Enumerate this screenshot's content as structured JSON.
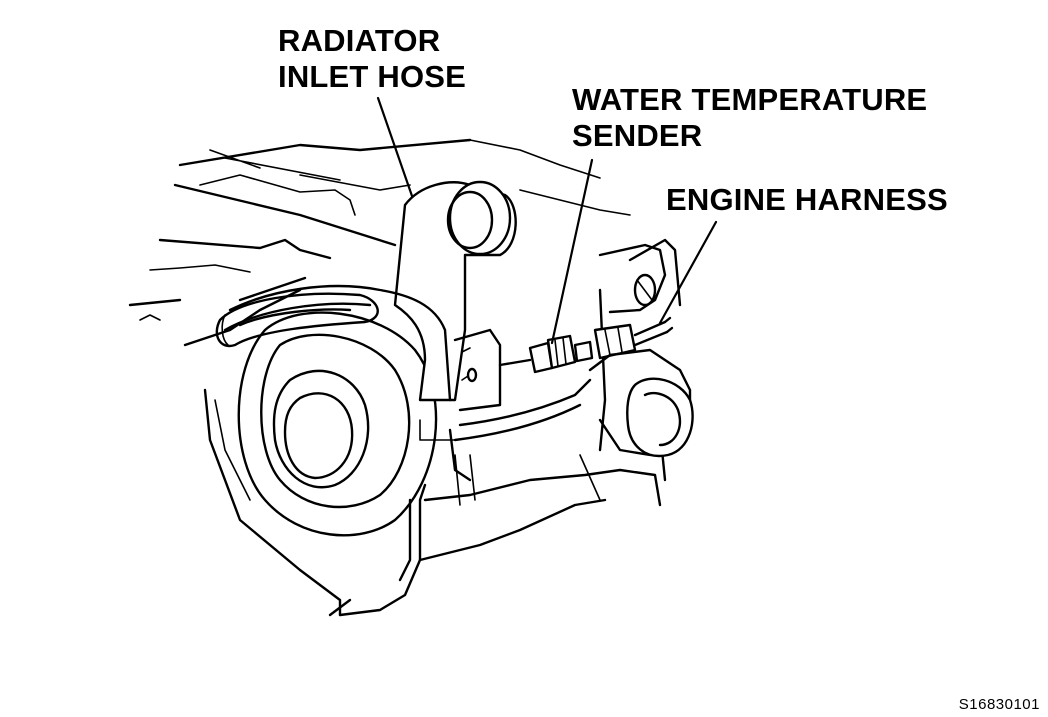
{
  "figure_code": "S16830101",
  "callouts": {
    "radiator_inlet_hose": [
      "RADIATOR",
      "INLET HOSE"
    ],
    "water_temperature_sender": [
      "WATER TEMPERATURE",
      "SENDER"
    ],
    "engine_harness": [
      "ENGINE HARNESS"
    ]
  },
  "colors": {
    "line": "#000000",
    "background": "#ffffff"
  }
}
